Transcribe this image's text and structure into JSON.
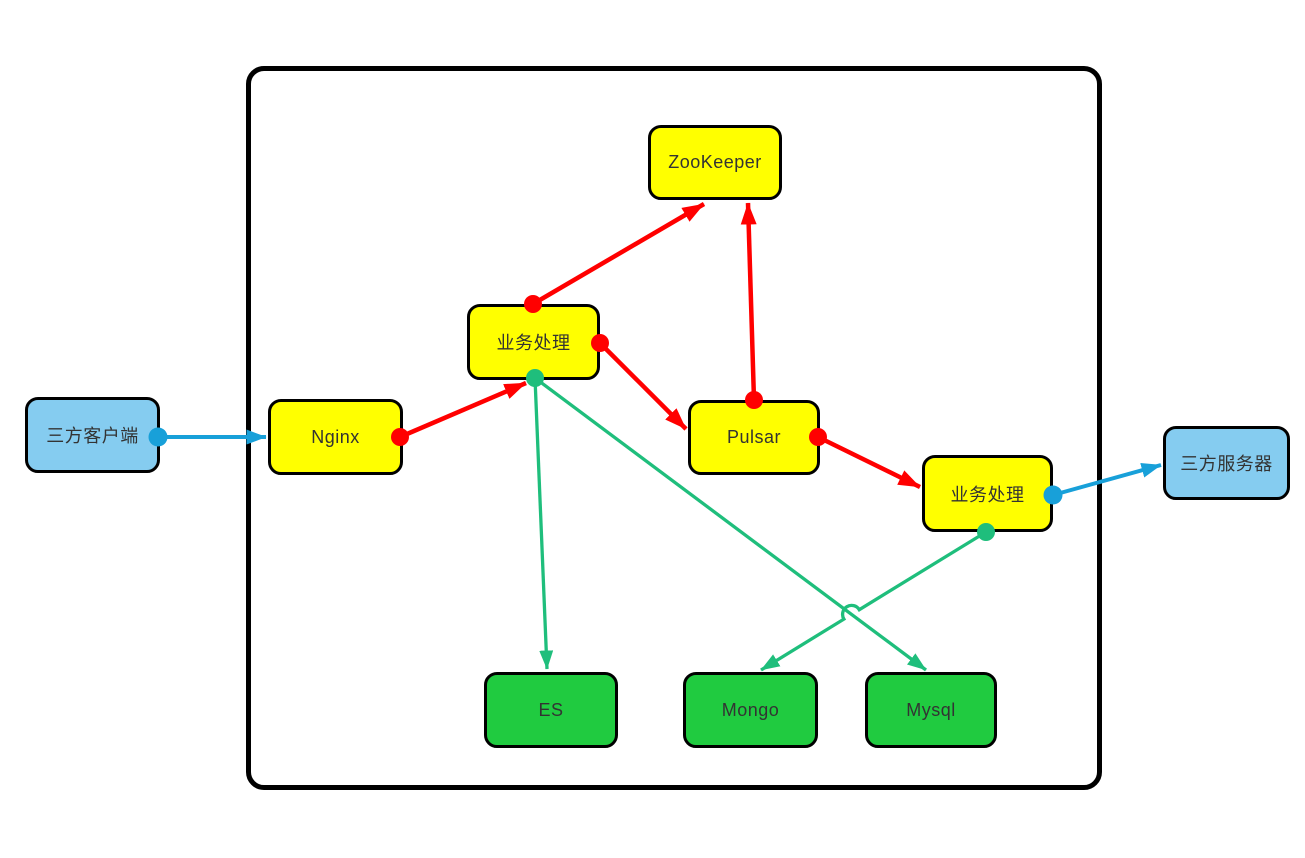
{
  "diagram": {
    "nodes": [
      {
        "id": "third-party-client",
        "label": "三方客户端",
        "color": "blue"
      },
      {
        "id": "nginx",
        "label": "Nginx",
        "color": "yellow"
      },
      {
        "id": "business-processing-1",
        "label": "业务处理",
        "color": "yellow"
      },
      {
        "id": "zookeeper",
        "label": "ZooKeeper",
        "color": "yellow"
      },
      {
        "id": "pulsar",
        "label": "Pulsar",
        "color": "yellow"
      },
      {
        "id": "business-processing-2",
        "label": "业务处理",
        "color": "yellow"
      },
      {
        "id": "third-party-server",
        "label": "三方服务器",
        "color": "blue"
      },
      {
        "id": "es",
        "label": "ES",
        "color": "green"
      },
      {
        "id": "mongo",
        "label": "Mongo",
        "color": "green"
      },
      {
        "id": "mysql",
        "label": "Mysql",
        "color": "green"
      }
    ],
    "edges": [
      {
        "from": "third-party-client",
        "to": "nginx",
        "color": "blue"
      },
      {
        "from": "nginx",
        "to": "business-processing-1",
        "color": "red"
      },
      {
        "from": "business-processing-1",
        "to": "zookeeper",
        "color": "red"
      },
      {
        "from": "business-processing-1",
        "to": "pulsar",
        "color": "red"
      },
      {
        "from": "pulsar",
        "to": "zookeeper",
        "color": "red"
      },
      {
        "from": "pulsar",
        "to": "business-processing-2",
        "color": "red"
      },
      {
        "from": "business-processing-2",
        "to": "third-party-server",
        "color": "blue"
      },
      {
        "from": "business-processing-1",
        "to": "es",
        "color": "green"
      },
      {
        "from": "business-processing-1",
        "to": "mysql",
        "color": "green"
      },
      {
        "from": "business-processing-2",
        "to": "mongo",
        "color": "green"
      }
    ],
    "colors": {
      "edge_red": "#FF0000",
      "edge_green": "#1FBE7C",
      "edge_blue": "#18A0D9",
      "node_yellow": "#FFFF00",
      "node_green": "#20CB40",
      "node_blue": "#85CCF0",
      "node_border": "#000000",
      "container_border": "#000000",
      "text": "#333333"
    }
  }
}
